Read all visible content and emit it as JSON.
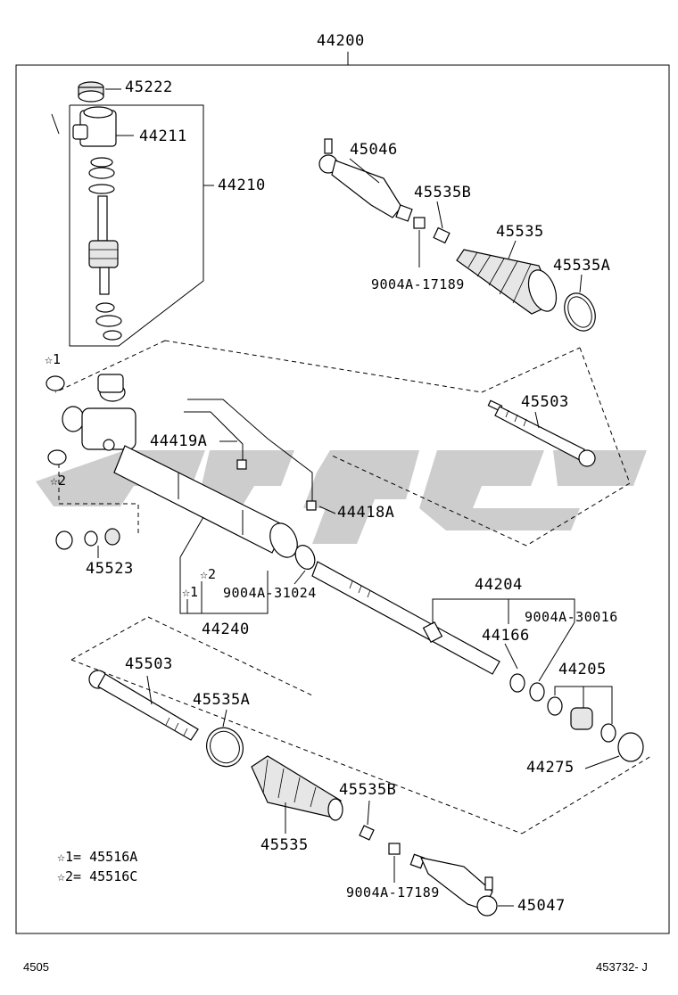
{
  "diagram": {
    "assembly_number": "44200",
    "watermark_color": "#c8c8c8",
    "part_labels": {
      "p45222": "45222",
      "p44211": "44211",
      "p44210": "44210",
      "p45046": "45046",
      "p45535B_top": "45535B",
      "p45535_top": "45535",
      "p9004A_17189_top": "9004A-17189",
      "p45535A_top": "45535A",
      "p45503_top": "45503",
      "p44419A": "44419A",
      "p44418A": "44418A",
      "p45523": "45523",
      "p9004A_31024": "9004A-31024",
      "p44240": "44240",
      "p44204": "44204",
      "p9004A_30016": "9004A-30016",
      "p44166": "44166",
      "p44205": "44205",
      "p44275": "44275",
      "p45503_bottom": "45503",
      "p45535A_bottom": "45535A",
      "p45535B_bottom": "45535B",
      "p45535_bottom": "45535",
      "p9004A_17189_bottom": "9004A-17189",
      "p45047": "45047"
    },
    "star_marks": {
      "star1": "☆1",
      "star2": "☆2",
      "star1_small": "☆1",
      "star2_small": "☆2"
    },
    "legend": {
      "line1": "☆1= 45516A",
      "line2": "☆2= 45516C"
    },
    "footer": {
      "left_code": "4505",
      "right_code": "453732- J"
    }
  }
}
